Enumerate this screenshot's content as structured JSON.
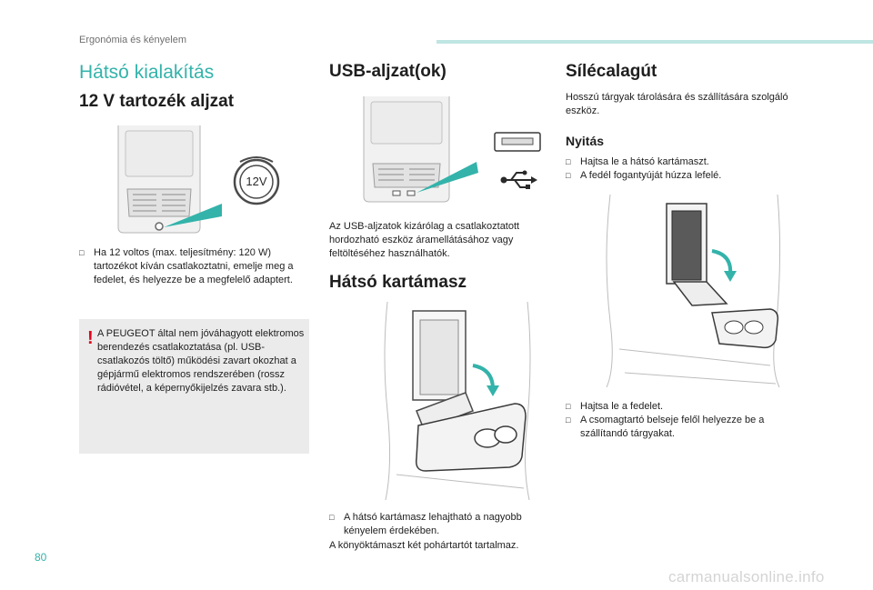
{
  "header": {
    "label": "Ergonómia és kényelem"
  },
  "page_number": "80",
  "watermark": "carmanualsonline.info",
  "col1": {
    "section_title": "Hátsó kialakítás",
    "heading": "12 V tartozék aljzat",
    "socket_label": "12V",
    "bullet": "Ha 12 voltos (max. teljesítmény: 120 W) tartozékot kíván csatlakoztatni, emelje meg a fedelet, és helyezze be a megfelelő adaptert.",
    "warning_symbol": "!",
    "warning": "A PEUGEOT által nem jóváhagyott elektromos berendezés csatlakoztatása (pl. USB-csatlakozós töltő) működési zavart okozhat a gépjármű elektromos rendszerében (rossz rádióvétel, a képernyőkijelzés zavara stb.)."
  },
  "col2": {
    "heading_usb": "USB-aljzat(ok)",
    "usb_text": "Az USB-aljzatok kizárólag a csatlakoztatott hordozható eszköz áramellátásához vagy feltöltéséhez használhatók.",
    "heading_armrest": "Hátsó kartámasz",
    "armrest_bullet": "A hátsó kartámasz lehajtható a nagyobb kényelem érdekében.",
    "armrest_text": "A könyöktámaszt két pohártartót tartalmaz."
  },
  "col3": {
    "heading": "Sílécalagút",
    "intro": "Hosszú tárgyak tárolására és szállítására szolgáló eszköz.",
    "subheading": "Nyitás",
    "bullets_top": [
      "Hajtsa le a hátsó kartámaszt.",
      "A fedél fogantyúját húzza lefelé."
    ],
    "bullets_bottom": [
      "Hajtsa le a fedelet.",
      "A csomagtartó belseje felől helyezze be a szállítandó tárgyakat."
    ]
  },
  "colors": {
    "accent": "#33b3aa",
    "warning": "#e2001a",
    "box": "#ebebeb"
  }
}
